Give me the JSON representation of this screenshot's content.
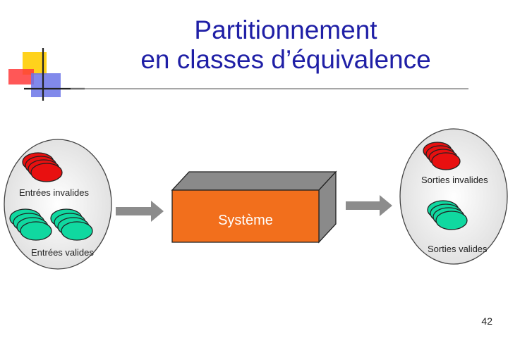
{
  "title": {
    "line1": "Partitionnement",
    "line2": "en classes d’équivalence"
  },
  "inputs": {
    "invalid_label": "Entrées invalides",
    "valid_label": "Entrées valides"
  },
  "system": {
    "label": "Système"
  },
  "outputs": {
    "invalid_label": "Sorties invalides",
    "valid_label": "Sorties valides"
  },
  "page_number": "42",
  "colors": {
    "title": "#1f1fa6",
    "invalid_class": "#e81010",
    "valid_class": "#10d8a0",
    "system_front": "#f26f1c",
    "arrow": "#8c8c8c",
    "logo_yellow": "#ffd21c",
    "logo_red": "#ff3a3a",
    "logo_blue": "#6b74e8"
  }
}
